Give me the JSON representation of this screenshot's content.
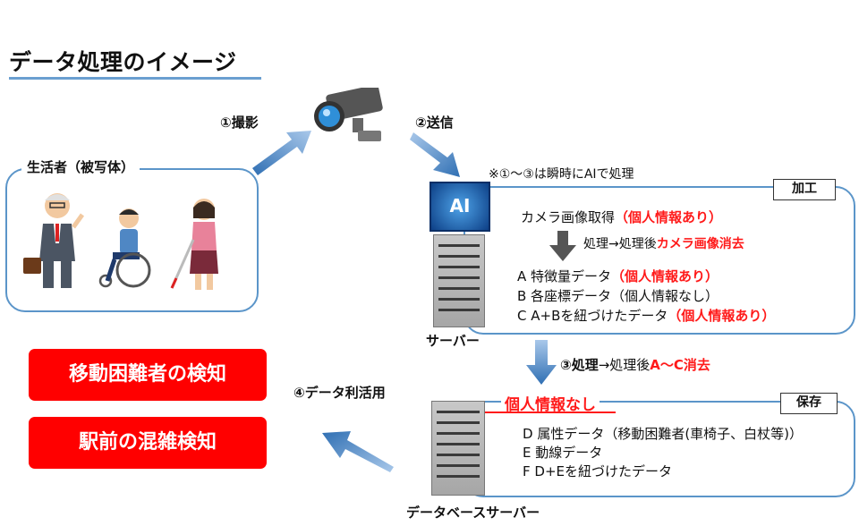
{
  "title": "データ処理のイメージ",
  "steps": {
    "capture": "①撮影",
    "send": "②送信",
    "process_bold": "③処理",
    "process_rest": "→処理後",
    "process_red": "A～C消去",
    "use": "④データ利活用"
  },
  "note": "※①～③は瞬時にAIで処理",
  "subjects_label": "生活者（被写体）",
  "ai_label": "AI",
  "server_label": "サーバー",
  "db_server_label": "データベースサーバー",
  "processing_box": {
    "tag": "加工",
    "line1_text": "カメラ画像取得",
    "line1_red": "（個人情報あり）",
    "step_text": "処理→処理後",
    "step_red": "カメラ画像消去",
    "items": [
      {
        "text": "A 特徴量データ",
        "red": "（個人情報あり）"
      },
      {
        "text": "B 各座標データ（個人情報なし）",
        "red": ""
      },
      {
        "text": "C A+Bを紐づけたデータ",
        "red": "（個人情報あり）"
      }
    ]
  },
  "storage_box": {
    "tag": "保存",
    "heading": "個人情報なし",
    "items": [
      "D 属性データ（移動困難者(車椅子、白杖等)）",
      "E 動線データ",
      "F D+Eを紐づけたデータ"
    ]
  },
  "uses": [
    "移動困難者の検知",
    "駅前の混雑検知"
  ],
  "colors": {
    "accent_blue": "#5b95c9",
    "red": "#ff0000",
    "arrow_blue": "#4a86c6"
  }
}
